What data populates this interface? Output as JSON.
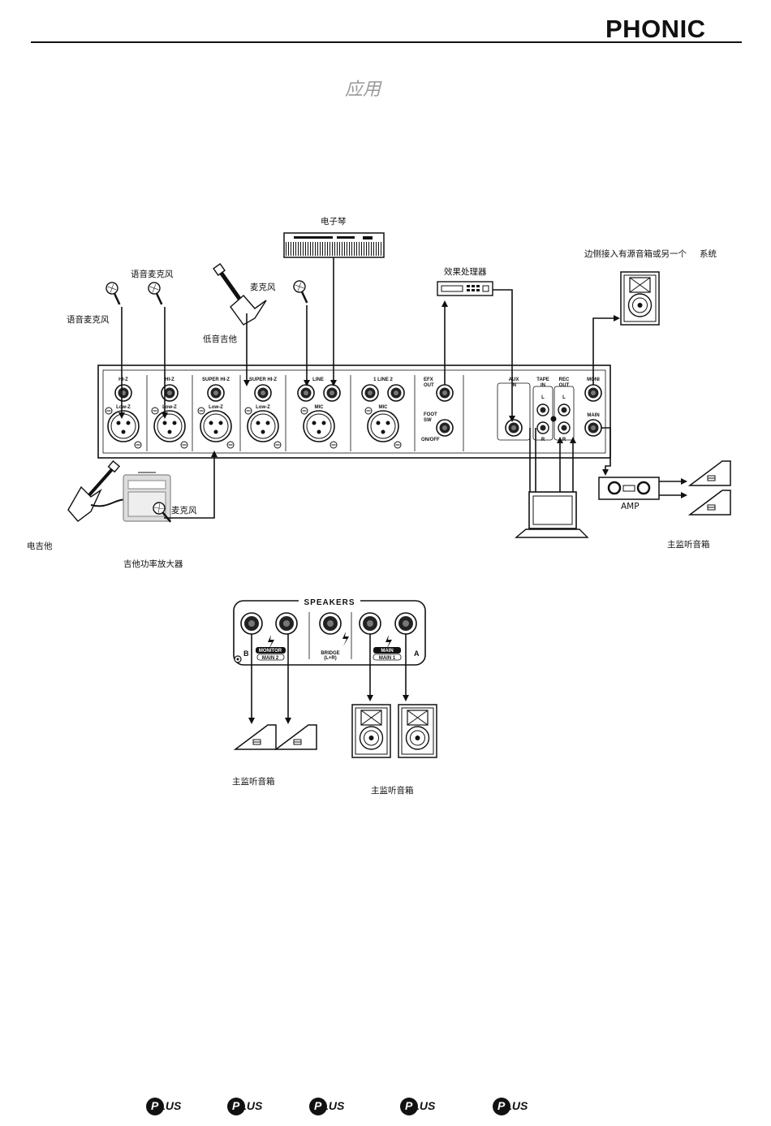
{
  "header": {
    "brand": "PHONIC",
    "title": "应用"
  },
  "labels": {
    "keyboard": "电子琴",
    "vocal_mic_top": "语音麦克风",
    "vocal_mic_left": "语音麦克风",
    "mic_center": "麦克风",
    "bass_guitar": "低音吉他",
    "effects_processor": "效果处理器",
    "side_connect": "边侧接入有源音箱或另一个",
    "side_connect_sys": "系统",
    "mic_amp": "麦克风",
    "electric_guitar": "电吉他",
    "guitar_amp": "吉他功率放大器",
    "main_monitor_right": "主监听音箱",
    "amp": "AMP",
    "main_monitor_left": "主监听音箱",
    "main_monitor_center": "主监听音箱"
  },
  "panel": {
    "ch_labels": [
      "HI-Z",
      "HI-Z",
      "SUPER HI-Z",
      "SUPER HI-Z",
      "LINE",
      "1  LINE  2"
    ],
    "lowz": "Low-Z",
    "mic": "MIC",
    "efx": "EFX",
    "out": "OUT",
    "foot": "FOOT",
    "sw": "SW",
    "onoff": "ON/OFF",
    "aux": "AUX",
    "in": "IN",
    "tape": "TAPE",
    "rec": "REC",
    "l": "L",
    "r": "R",
    "moni": "MONI",
    "main": "MAIN"
  },
  "speakers": {
    "title": "SPEAKERS",
    "b": "B",
    "a": "A",
    "monitor": "MONITOR",
    "main2": "MAIN 2",
    "bridge": "BRIDGE",
    "bridge_sub": "(L+R)",
    "main": "MAIN",
    "main1": "MAIN 1"
  },
  "footer": {
    "logo_text": "PLUS",
    "logo_count": 5
  }
}
